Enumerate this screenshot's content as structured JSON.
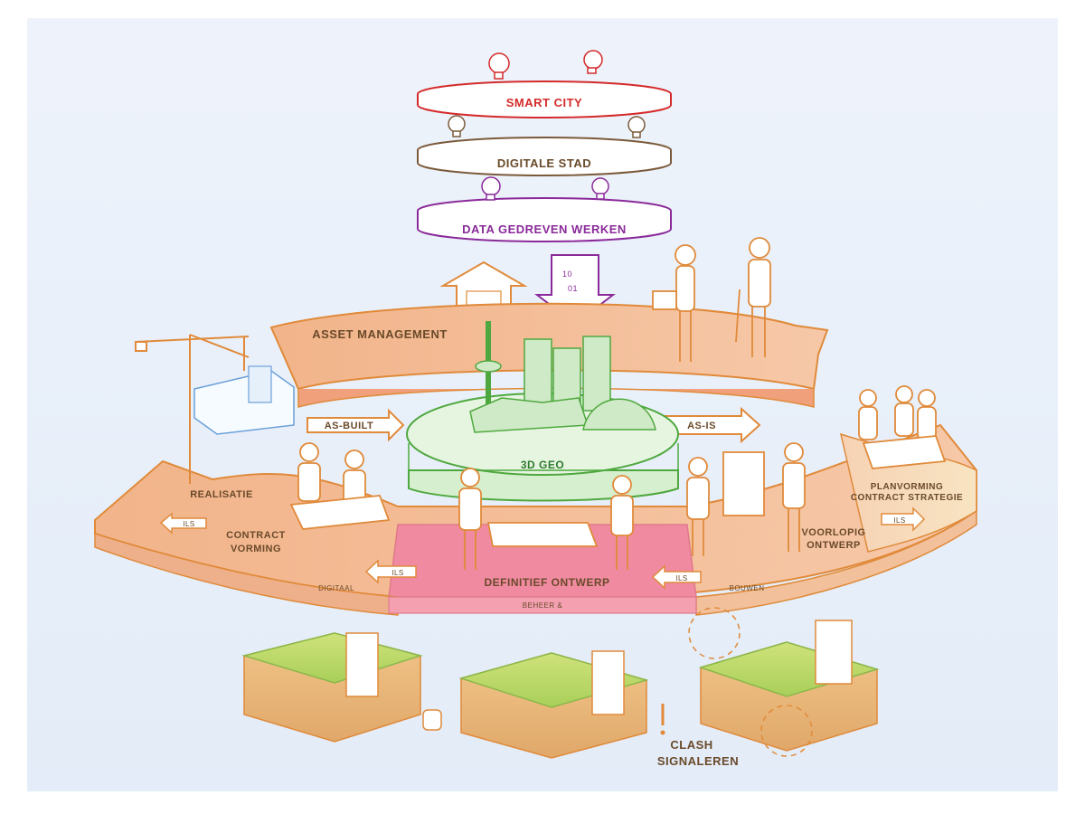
{
  "layers": {
    "smart_city": "SMART CITY",
    "digitale_stad": "DIGITALE STAD",
    "data_gedreven": "DATA GEDREVEN WERKEN"
  },
  "ring": {
    "asset_management": "ASSET MANAGEMENT",
    "as_built": "AS-BUILT",
    "as_is": "AS-IS",
    "geo_3d": "3D GEO",
    "realisatie": "REALISATIE",
    "contract_vorming_1": "CONTRACT",
    "contract_vorming_2": "VORMING",
    "definitief_ontwerp": "DEFINITIEF ONTWERP",
    "voorlopig_1": "VOORLOPIG",
    "voorlopig_2": "ONTWERP",
    "planvorming_1": "PLANVORMING",
    "planvorming_2": "CONTRACT STRATEGIE",
    "ils": "ILS",
    "digitaal": "DIGITAAL",
    "beheer": "BEHEER &",
    "bouwen": "BOUWEN"
  },
  "bottom": {
    "clash_1": "CLASH",
    "clash_2": "SIGNALEREN"
  },
  "colors": {
    "smart_city": "#d42a2a",
    "digitale_stad": "#7a5a3a",
    "data_gedreven": "#8a2a9a",
    "orange": "#e08a3a",
    "green": "#4fa83f",
    "pink": "#e07a8a",
    "text": "#6a4a2a"
  }
}
